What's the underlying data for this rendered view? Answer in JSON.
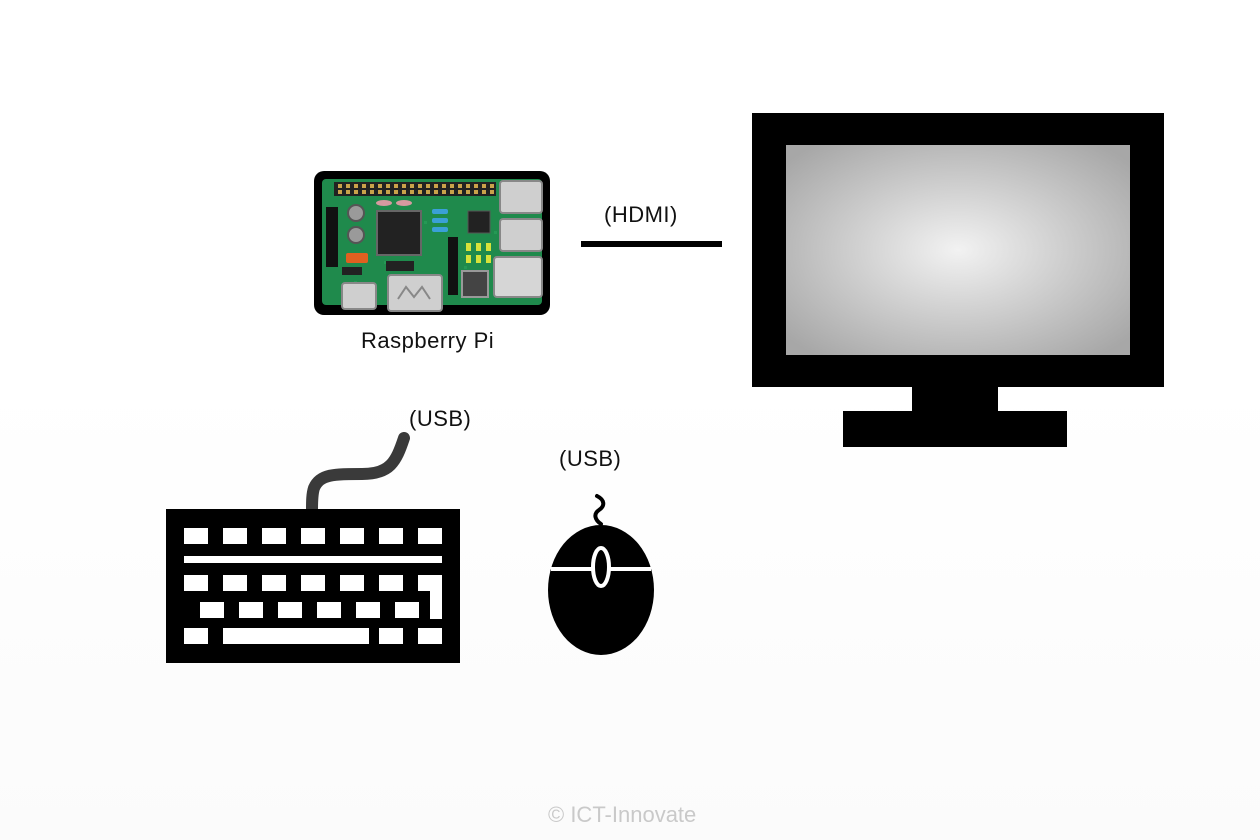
{
  "labels": {
    "raspberry_pi": "Raspberry Pi",
    "hdmi": "(HDMI)",
    "keyboard_usb": "(USB)",
    "mouse_usb": "(USB)"
  },
  "footer": {
    "copyright": "© ICT-Innovate"
  },
  "colors": {
    "board_green": "#1f8a4c",
    "board_frame": "#000000",
    "device_black": "#000000",
    "screen_center": "#f2f2f2",
    "screen_edge": "#a7a7a7",
    "footer_text": "#c9c9c9"
  },
  "icons": [
    "raspberry-pi-board-icon",
    "monitor-icon",
    "keyboard-icon",
    "mouse-icon",
    "hdmi-cable-line"
  ]
}
